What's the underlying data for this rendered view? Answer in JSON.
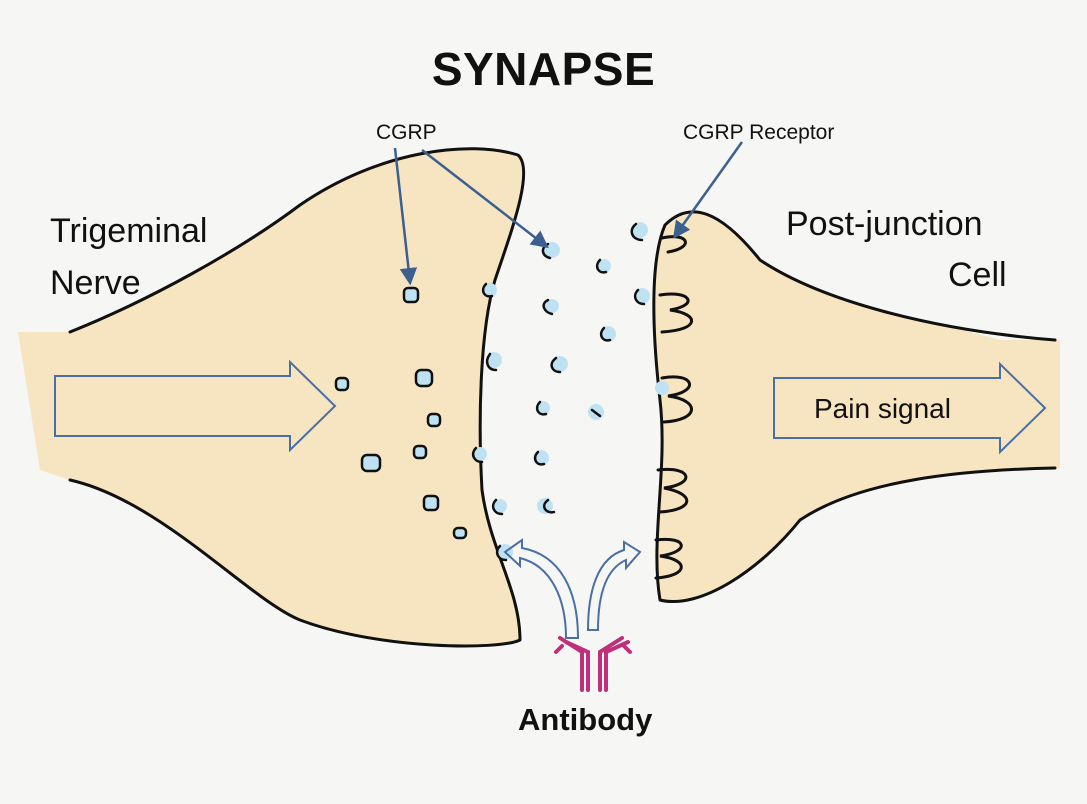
{
  "title": "SYNAPSE",
  "labels": {
    "trigeminal_line1": "Trigeminal",
    "trigeminal_line2": "Nerve",
    "post_line1": "Post-junction",
    "post_line2": "Cell",
    "cgrp": "CGRP",
    "cgrp_receptor": "CGRP Receptor",
    "pain_signal": "Pain signal",
    "antibody": "Antibody"
  },
  "colors": {
    "background": "#f6f6f5",
    "cell_fill": "#f7e4c1",
    "outline": "#111111",
    "molecule": "#bfe2f3",
    "pointer": "#3b5f8f",
    "antibody": "#c0307a"
  }
}
